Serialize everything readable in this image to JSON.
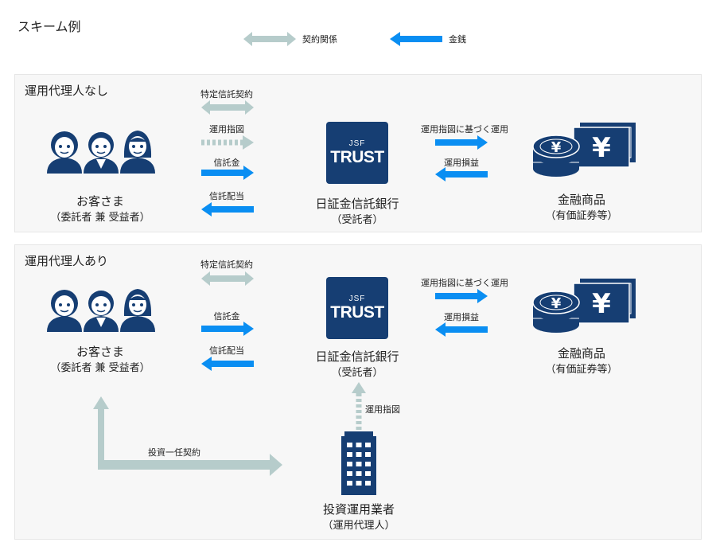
{
  "title": "スキーム例",
  "legend": {
    "contract": "契約関係",
    "money": "金銭"
  },
  "colors": {
    "contract": "#b6cccb",
    "money": "#0a8ef2",
    "navy": "#163e73",
    "panel_bg": "#f7f7f7"
  },
  "logo": {
    "line1": "JSF",
    "line2": "TRUST"
  },
  "panel1": {
    "title": "運用代理人なし",
    "label_contract": "特定信託契約",
    "label_instruction": "運用指図",
    "label_trust_money": "信託金",
    "label_dividend": "信託配当",
    "label_investment": "運用指図に基づく運用",
    "label_profit": "運用損益",
    "customer_name": "お客さま",
    "customer_sub": "（委託者 兼 受益者）",
    "bank_name": "日証金信託銀行",
    "bank_sub": "（受託者）",
    "product_name": "金融商品",
    "product_sub": "（有価証券等）"
  },
  "panel2": {
    "title": "運用代理人あり",
    "label_contract": "特定信託契約",
    "label_trust_money": "信託金",
    "label_dividend": "信託配当",
    "label_investment": "運用指図に基づく運用",
    "label_profit": "運用損益",
    "customer_name": "お客さま",
    "customer_sub": "（委託者 兼 受益者）",
    "bank_name": "日証金信託銀行",
    "bank_sub": "（受託者）",
    "product_name": "金融商品",
    "product_sub": "（有価証券等）",
    "label_instruction": "運用指図",
    "label_discretionary": "投資一任契約",
    "agent_name": "投資運用業者",
    "agent_sub": "（運用代理人）"
  },
  "icons": [
    "people-icon",
    "trust-bank-logo-icon",
    "yen-coins-icon",
    "office-building-icon"
  ]
}
